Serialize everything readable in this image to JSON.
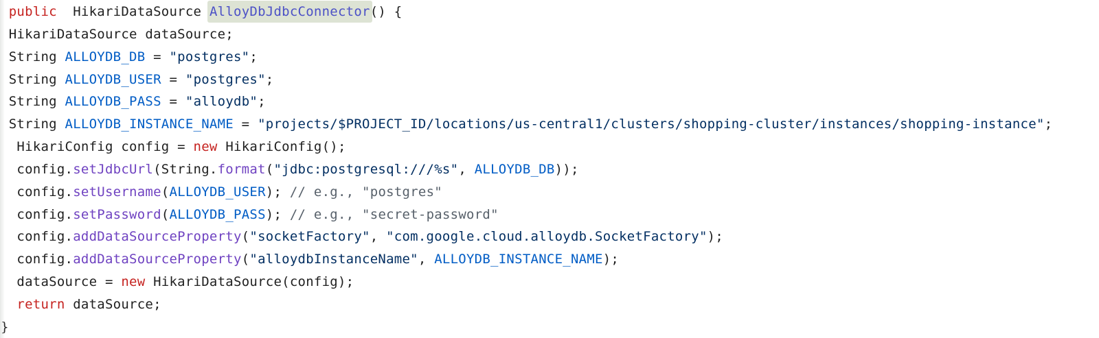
{
  "colors": {
    "background": "#ffffff",
    "text_default": "#1f1f1f",
    "keyword": "#c5221f",
    "constant": "#005cc5",
    "function": "#6f42c1",
    "string": "#032f62",
    "comment": "#57606a",
    "highlight_bg": "#dde3d4",
    "highlight_text": "#4c51c6"
  },
  "code": {
    "highlighted_symbol": "AlloyDbJdbcConnector",
    "lines": [
      {
        "tokens": [
          {
            "t": " ",
            "c": "plain"
          },
          {
            "t": "public",
            "c": "kw"
          },
          {
            "t": "  HikariDataSource ",
            "c": "plain"
          },
          {
            "t": "AlloyDbJdbcConnector",
            "c": "hl"
          },
          {
            "t": "() {",
            "c": "plain"
          }
        ]
      },
      {
        "tokens": [
          {
            "t": " HikariDataSource dataSource;",
            "c": "plain"
          }
        ]
      },
      {
        "tokens": [
          {
            "t": " String ",
            "c": "plain"
          },
          {
            "t": "ALLOYDB_DB",
            "c": "var"
          },
          {
            "t": " = ",
            "c": "plain"
          },
          {
            "t": "\"postgres\"",
            "c": "str"
          },
          {
            "t": ";",
            "c": "plain"
          }
        ]
      },
      {
        "tokens": [
          {
            "t": " String ",
            "c": "plain"
          },
          {
            "t": "ALLOYDB_USER",
            "c": "var"
          },
          {
            "t": " = ",
            "c": "plain"
          },
          {
            "t": "\"postgres\"",
            "c": "str"
          },
          {
            "t": ";",
            "c": "plain"
          }
        ]
      },
      {
        "tokens": [
          {
            "t": " String ",
            "c": "plain"
          },
          {
            "t": "ALLOYDB_PASS",
            "c": "var"
          },
          {
            "t": " = ",
            "c": "plain"
          },
          {
            "t": "\"alloydb\"",
            "c": "str"
          },
          {
            "t": ";",
            "c": "plain"
          }
        ]
      },
      {
        "tokens": [
          {
            "t": " String ",
            "c": "plain"
          },
          {
            "t": "ALLOYDB_INSTANCE_NAME",
            "c": "var"
          },
          {
            "t": " = ",
            "c": "plain"
          },
          {
            "t": "\"projects/$PROJECT_ID/locations/us-central1/clusters/shopping-cluster/instances/shopping-instance\"",
            "c": "str"
          },
          {
            "t": ";",
            "c": "plain"
          }
        ]
      },
      {
        "tokens": [
          {
            "t": "  HikariConfig config = ",
            "c": "plain"
          },
          {
            "t": "new",
            "c": "kw"
          },
          {
            "t": " HikariConfig();",
            "c": "plain"
          }
        ]
      },
      {
        "tokens": [
          {
            "t": "  config.",
            "c": "plain"
          },
          {
            "t": "setJdbcUrl",
            "c": "fn"
          },
          {
            "t": "(String.",
            "c": "plain"
          },
          {
            "t": "format",
            "c": "fn"
          },
          {
            "t": "(",
            "c": "plain"
          },
          {
            "t": "\"jdbc:postgresql:///%s\"",
            "c": "str"
          },
          {
            "t": ", ",
            "c": "plain"
          },
          {
            "t": "ALLOYDB_DB",
            "c": "var"
          },
          {
            "t": "));",
            "c": "plain"
          }
        ]
      },
      {
        "tokens": [
          {
            "t": "  config.",
            "c": "plain"
          },
          {
            "t": "setUsername",
            "c": "fn"
          },
          {
            "t": "(",
            "c": "plain"
          },
          {
            "t": "ALLOYDB_USER",
            "c": "var"
          },
          {
            "t": "); ",
            "c": "plain"
          },
          {
            "t": "// e.g., \"postgres\"",
            "c": "cmt"
          }
        ]
      },
      {
        "tokens": [
          {
            "t": "  config.",
            "c": "plain"
          },
          {
            "t": "setPassword",
            "c": "fn"
          },
          {
            "t": "(",
            "c": "plain"
          },
          {
            "t": "ALLOYDB_PASS",
            "c": "var"
          },
          {
            "t": "); ",
            "c": "plain"
          },
          {
            "t": "// e.g., \"secret-password\"",
            "c": "cmt"
          }
        ]
      },
      {
        "tokens": [
          {
            "t": "  config.",
            "c": "plain"
          },
          {
            "t": "addDataSourceProperty",
            "c": "fn"
          },
          {
            "t": "(",
            "c": "plain"
          },
          {
            "t": "\"socketFactory\"",
            "c": "str"
          },
          {
            "t": ", ",
            "c": "plain"
          },
          {
            "t": "\"com.google.cloud.alloydb.SocketFactory\"",
            "c": "str"
          },
          {
            "t": ");",
            "c": "plain"
          }
        ]
      },
      {
        "tokens": [
          {
            "t": "  config.",
            "c": "plain"
          },
          {
            "t": "addDataSourceProperty",
            "c": "fn"
          },
          {
            "t": "(",
            "c": "plain"
          },
          {
            "t": "\"alloydbInstanceName\"",
            "c": "str"
          },
          {
            "t": ", ",
            "c": "plain"
          },
          {
            "t": "ALLOYDB_INSTANCE_NAME",
            "c": "var"
          },
          {
            "t": ");",
            "c": "plain"
          }
        ]
      },
      {
        "tokens": [
          {
            "t": "  dataSource = ",
            "c": "plain"
          },
          {
            "t": "new",
            "c": "kw"
          },
          {
            "t": " HikariDataSource(config);",
            "c": "plain"
          }
        ]
      },
      {
        "tokens": [
          {
            "t": "  ",
            "c": "plain"
          },
          {
            "t": "return",
            "c": "kw"
          },
          {
            "t": " dataSource;",
            "c": "plain"
          }
        ]
      },
      {
        "tokens": [
          {
            "t": "}",
            "c": "plain"
          }
        ]
      }
    ]
  }
}
